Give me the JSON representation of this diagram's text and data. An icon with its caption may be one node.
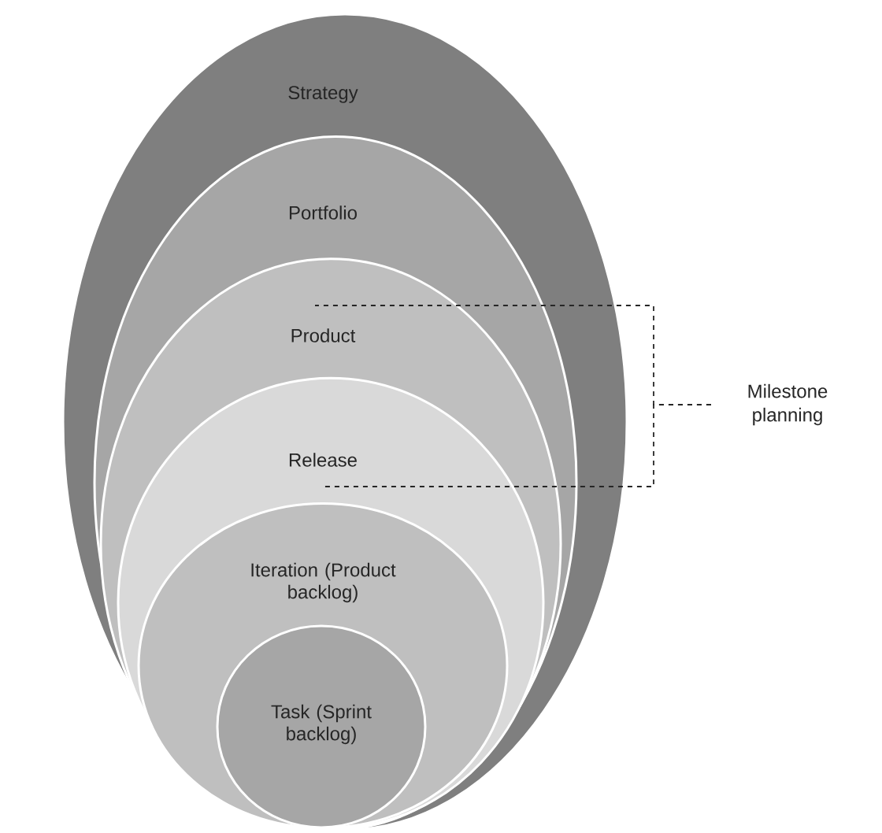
{
  "diagram": {
    "nodes": [
      {
        "text": [
          "Strategy"
        ]
      },
      {
        "text": [
          "Portfolio"
        ],
        "in": 0
      },
      {
        "text": [
          "Product"
        ],
        "in": 1
      },
      {
        "text": [
          "Release"
        ],
        "in": 2
      },
      {
        "text": [
          "Iteration (Product backlog)"
        ],
        "in": 3
      },
      {
        "text": [
          "Task (Sprint backlog)"
        ],
        "in": 4
      },
      {
        "text": [
          "Milestone planning"
        ]
      }
    ],
    "edges": [
      {
        "from": 6,
        "to": 2,
        "arrow": "none",
        "style": "dashed"
      },
      {
        "from": 6,
        "to": 3,
        "arrow": "none",
        "style": "dashed"
      }
    ]
  }
}
